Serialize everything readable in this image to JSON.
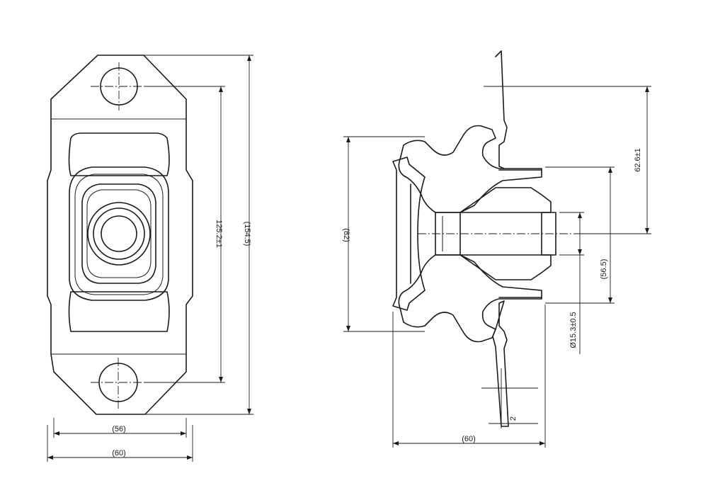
{
  "colors": {
    "line": "#1a1a1a",
    "background": "#ffffff"
  },
  "front_view": {
    "dim_width_inner": "(56)",
    "dim_width_outer": "(60)",
    "dim_hole_spacing": "125.2±1",
    "dim_total_length": "(154.5)"
  },
  "side_view": {
    "dim_height": "(82)",
    "dim_offset": "62.6±1",
    "dim_inner_dia": "(56.5)",
    "dim_bore": "Ø15.3±0.5",
    "dim_depth": "(60)",
    "dim_plate": "2"
  }
}
